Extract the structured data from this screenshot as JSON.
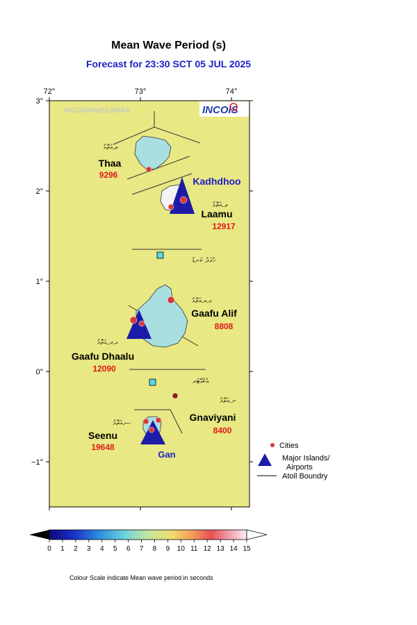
{
  "title": "Mean Wave Period (s)",
  "subtitle": "Forecast for  23:30 SCT 05 JUL 2025",
  "credit": "INCOIS/MoES,INDIA",
  "logo_text": "INCOIS",
  "axes": {
    "lon_ticks": [
      "72°",
      "73°",
      "74°"
    ],
    "lat_ticks": [
      "3°",
      "2°",
      "1°",
      "0°",
      "−1°"
    ]
  },
  "colors": {
    "ocean": "#e8e884",
    "land": "#aadfe2",
    "marker_red": "#d63a3a",
    "marker_blue": "#1c1ca8",
    "label_blue": "#1e1ec8",
    "value_red": "#e01818"
  },
  "atolls": [
    {
      "name": "Thaa",
      "value": "9296"
    },
    {
      "name": "Laamu",
      "value": "12917"
    },
    {
      "name": "Gaafu Alif",
      "value": "8808"
    },
    {
      "name": "Gaafu Dhaalu",
      "value": "12090"
    },
    {
      "name": "Gnaviyani",
      "value": "8400"
    },
    {
      "name": "Seenu",
      "value": "19648"
    }
  ],
  "places": {
    "kadhdhoo": "Kadhdhoo",
    "gan": "Gan"
  },
  "dhivehi": {
    "thaa": "ތ.އަތޮޅު",
    "laamu": "ލ.އަތޮޅު",
    "ga_alif": "ގ.އ.އަތޮޅު",
    "ga_dhaalu": "ގ.ދ.އަތޮޅު",
    "gnaviyani": "ނ.އަތޮޅު",
    "seenu": "ސ.އަތޮޅު",
    "channel1": "ހުވަދު ކަނޑު",
    "channel2": "އެކުއޭޓަރ"
  },
  "legend": {
    "cities": "Cities",
    "major_islands": "Major Islands/",
    "airports": "Airports",
    "atoll_boundary": "Atoll Boundry"
  },
  "colorbar": {
    "ticks": [
      "0",
      "1",
      "2",
      "3",
      "4",
      "5",
      "6",
      "7",
      "8",
      "9",
      "10",
      "11",
      "12",
      "13",
      "14",
      "15"
    ],
    "caption": "Colour Scale indicate Mean wave period in seconds"
  }
}
